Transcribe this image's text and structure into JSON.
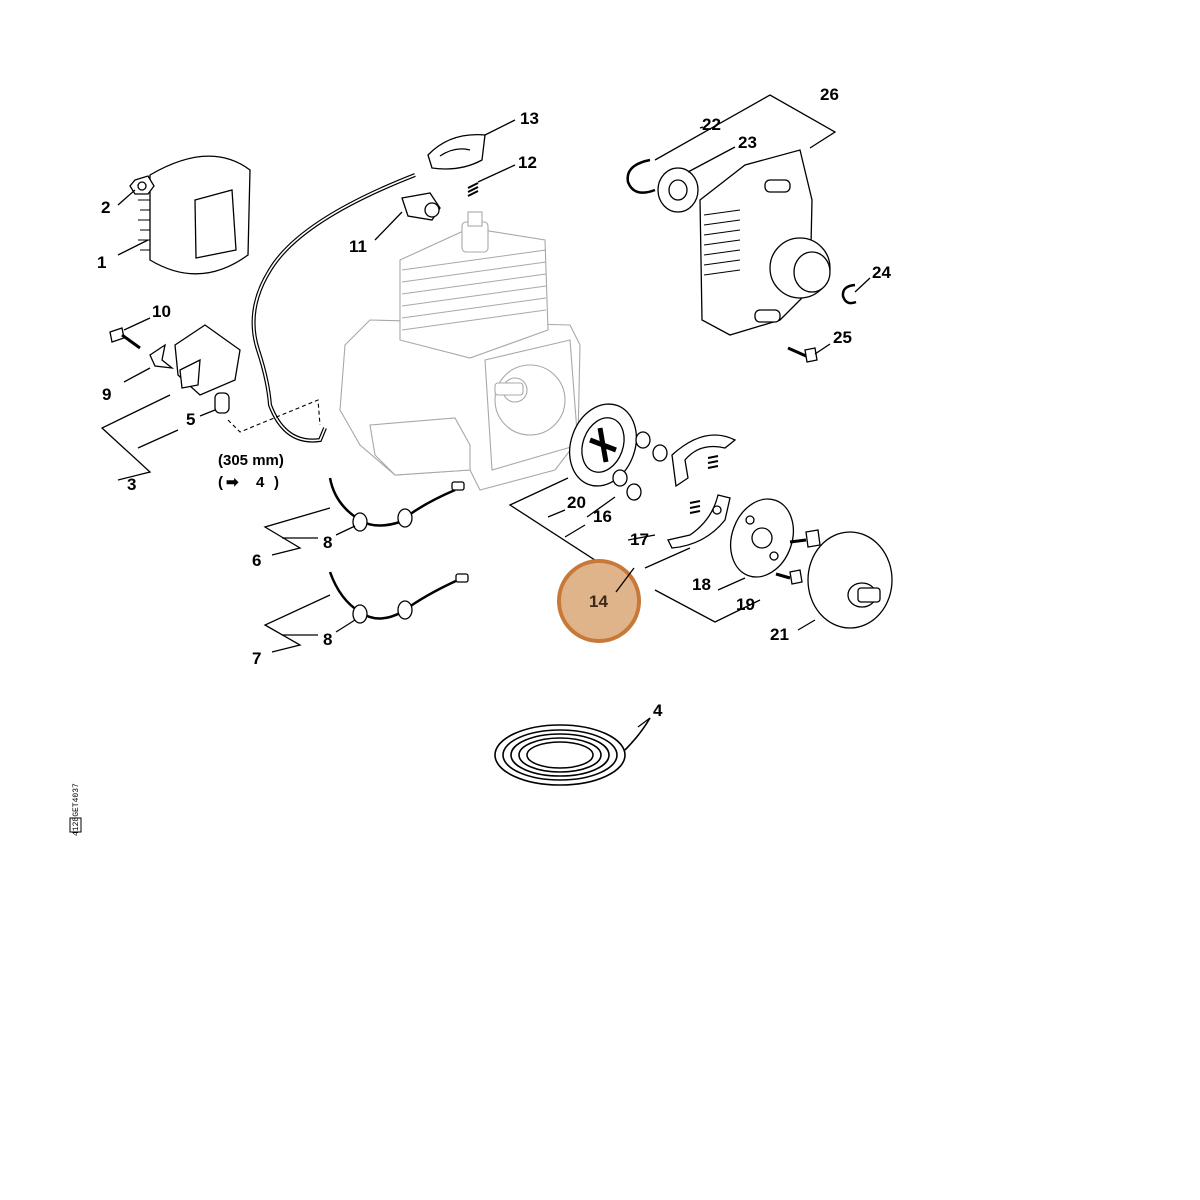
{
  "diagram": {
    "labels": {
      "n1": "1",
      "n2": "2",
      "n3": "3",
      "n4a": "4",
      "n4b": "4",
      "n5": "5",
      "n6": "6",
      "n7": "7",
      "n8a": "8",
      "n8b": "8",
      "n9": "9",
      "n10": "10",
      "n11": "11",
      "n12": "12",
      "n13": "13",
      "n14": "14",
      "n16": "16",
      "n17": "17",
      "n18": "18",
      "n19": "19",
      "n20": "20",
      "n21": "21",
      "n22": "22",
      "n23": "23",
      "n24": "24",
      "n25": "25",
      "n26": "26"
    },
    "length_note": "(305 mm)",
    "ref_note_open": "(",
    "ref_note_arrow": "➡",
    "ref_note_num": "4",
    "ref_note_close": ")",
    "highlight_color": "#e0b48a",
    "highlight_border": "#c8793a",
    "drawing_code": "4128GET4037"
  }
}
